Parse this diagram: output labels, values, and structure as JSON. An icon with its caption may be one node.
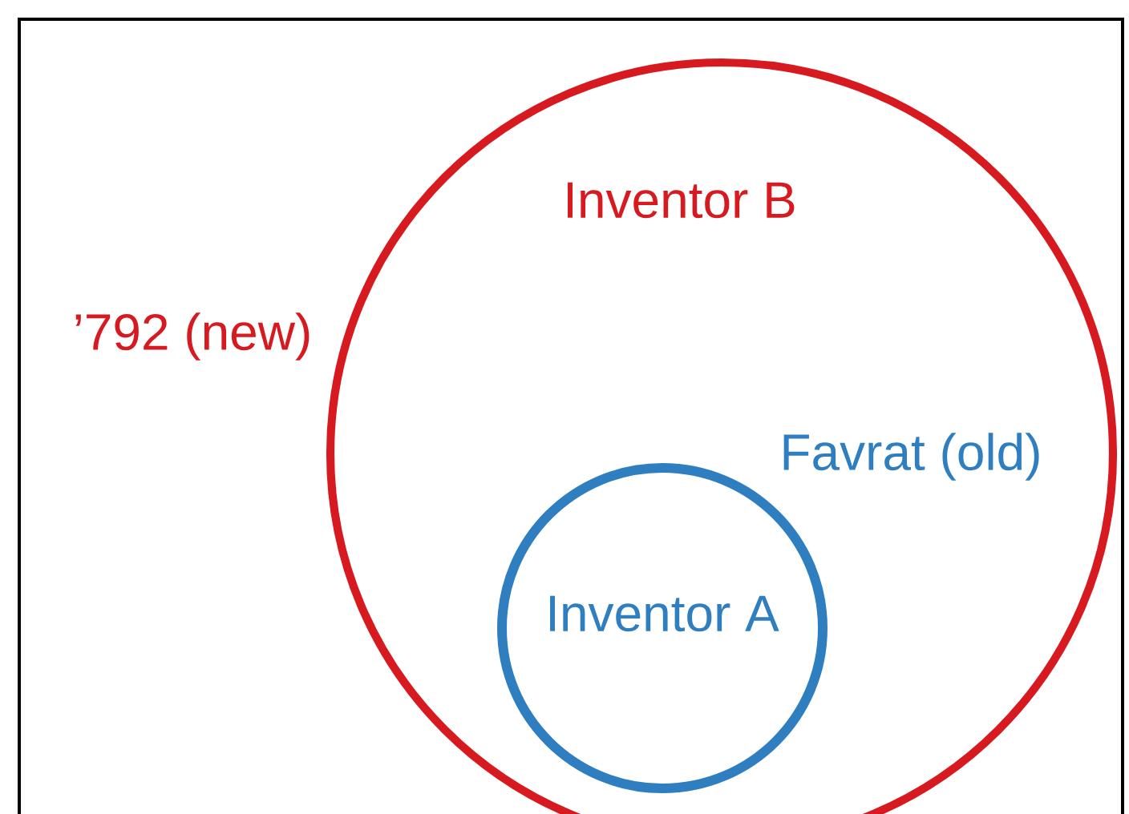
{
  "diagram": {
    "nodes": [
      {
        "text": [
          "Inventor B"
        ],
        "beside": [
          "’792 (new)"
        ]
      },
      {
        "text": [
          "Inventor A"
        ],
        "beside": [
          "Favrat (old)"
        ],
        "in": 0
      }
    ]
  }
}
